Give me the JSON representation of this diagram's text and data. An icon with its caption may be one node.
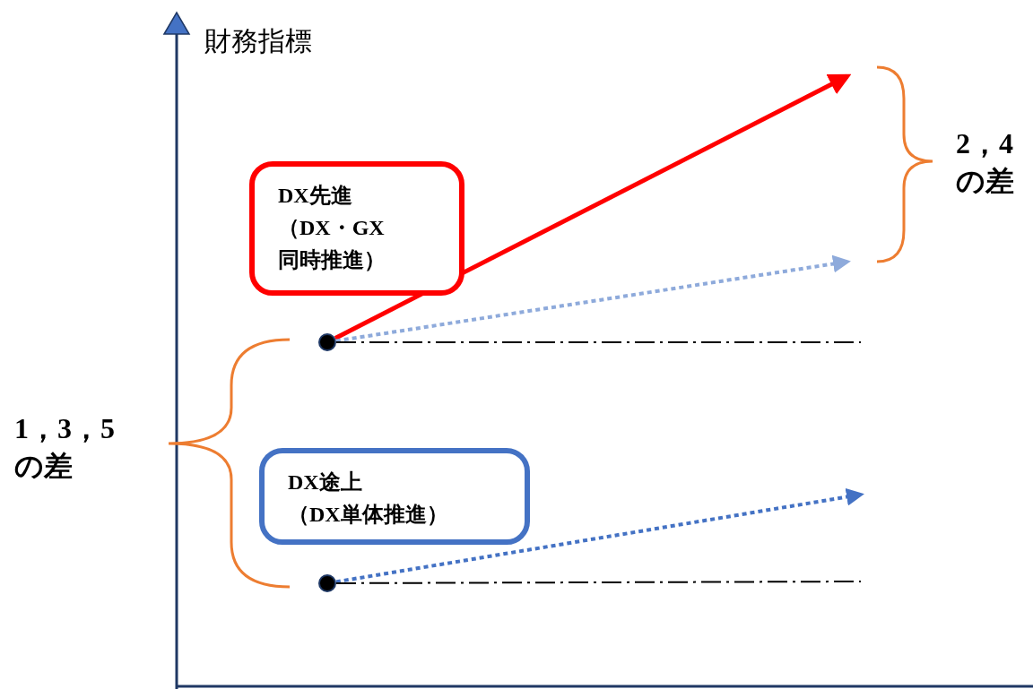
{
  "diagram": {
    "nodes": [
      {
        "text": [
          "DX先進",
          "（DX・GX同時推進）"
        ]
      },
      {
        "text": [],
        "shape": "circle"
      },
      {
        "text": [
          "DX途上",
          "（DX単体推進）"
        ]
      },
      {
        "text": [],
        "shape": "circle"
      }
    ],
    "edges": [
      {
        "from": 1,
        "to": null,
        "arrow": "to",
        "color": "#ff0000"
      },
      {
        "from": 1,
        "to": null,
        "arrow": "to",
        "style": "dashed",
        "color": "#8eaadb"
      },
      {
        "from": 3,
        "to": null,
        "arrow": "to",
        "style": "dashed",
        "color": "#4472c4"
      },
      {
        "from": 1,
        "to": null,
        "arrow": "none",
        "style": "dashed",
        "color": "#000000"
      },
      {
        "from": 3,
        "to": null,
        "arrow": "none",
        "style": "dashed",
        "color": "#000000"
      }
    ],
    "labels": [
      "財務指標",
      "2，4の差",
      "1，3，5の差"
    ]
  }
}
